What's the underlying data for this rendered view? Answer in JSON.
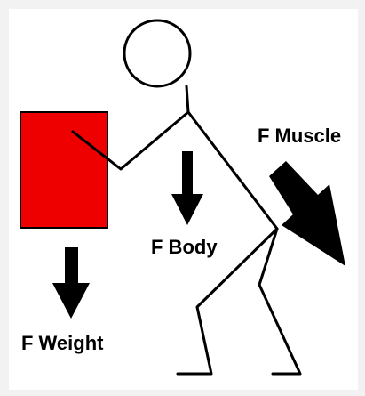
{
  "labels": {
    "muscle": "F Muscle",
    "body": "F Body",
    "weight": "F Weight"
  },
  "colors": {
    "background": "#f2f2f2",
    "panel": "#ffffff",
    "box": "#ee0000",
    "ink": "#000000"
  }
}
